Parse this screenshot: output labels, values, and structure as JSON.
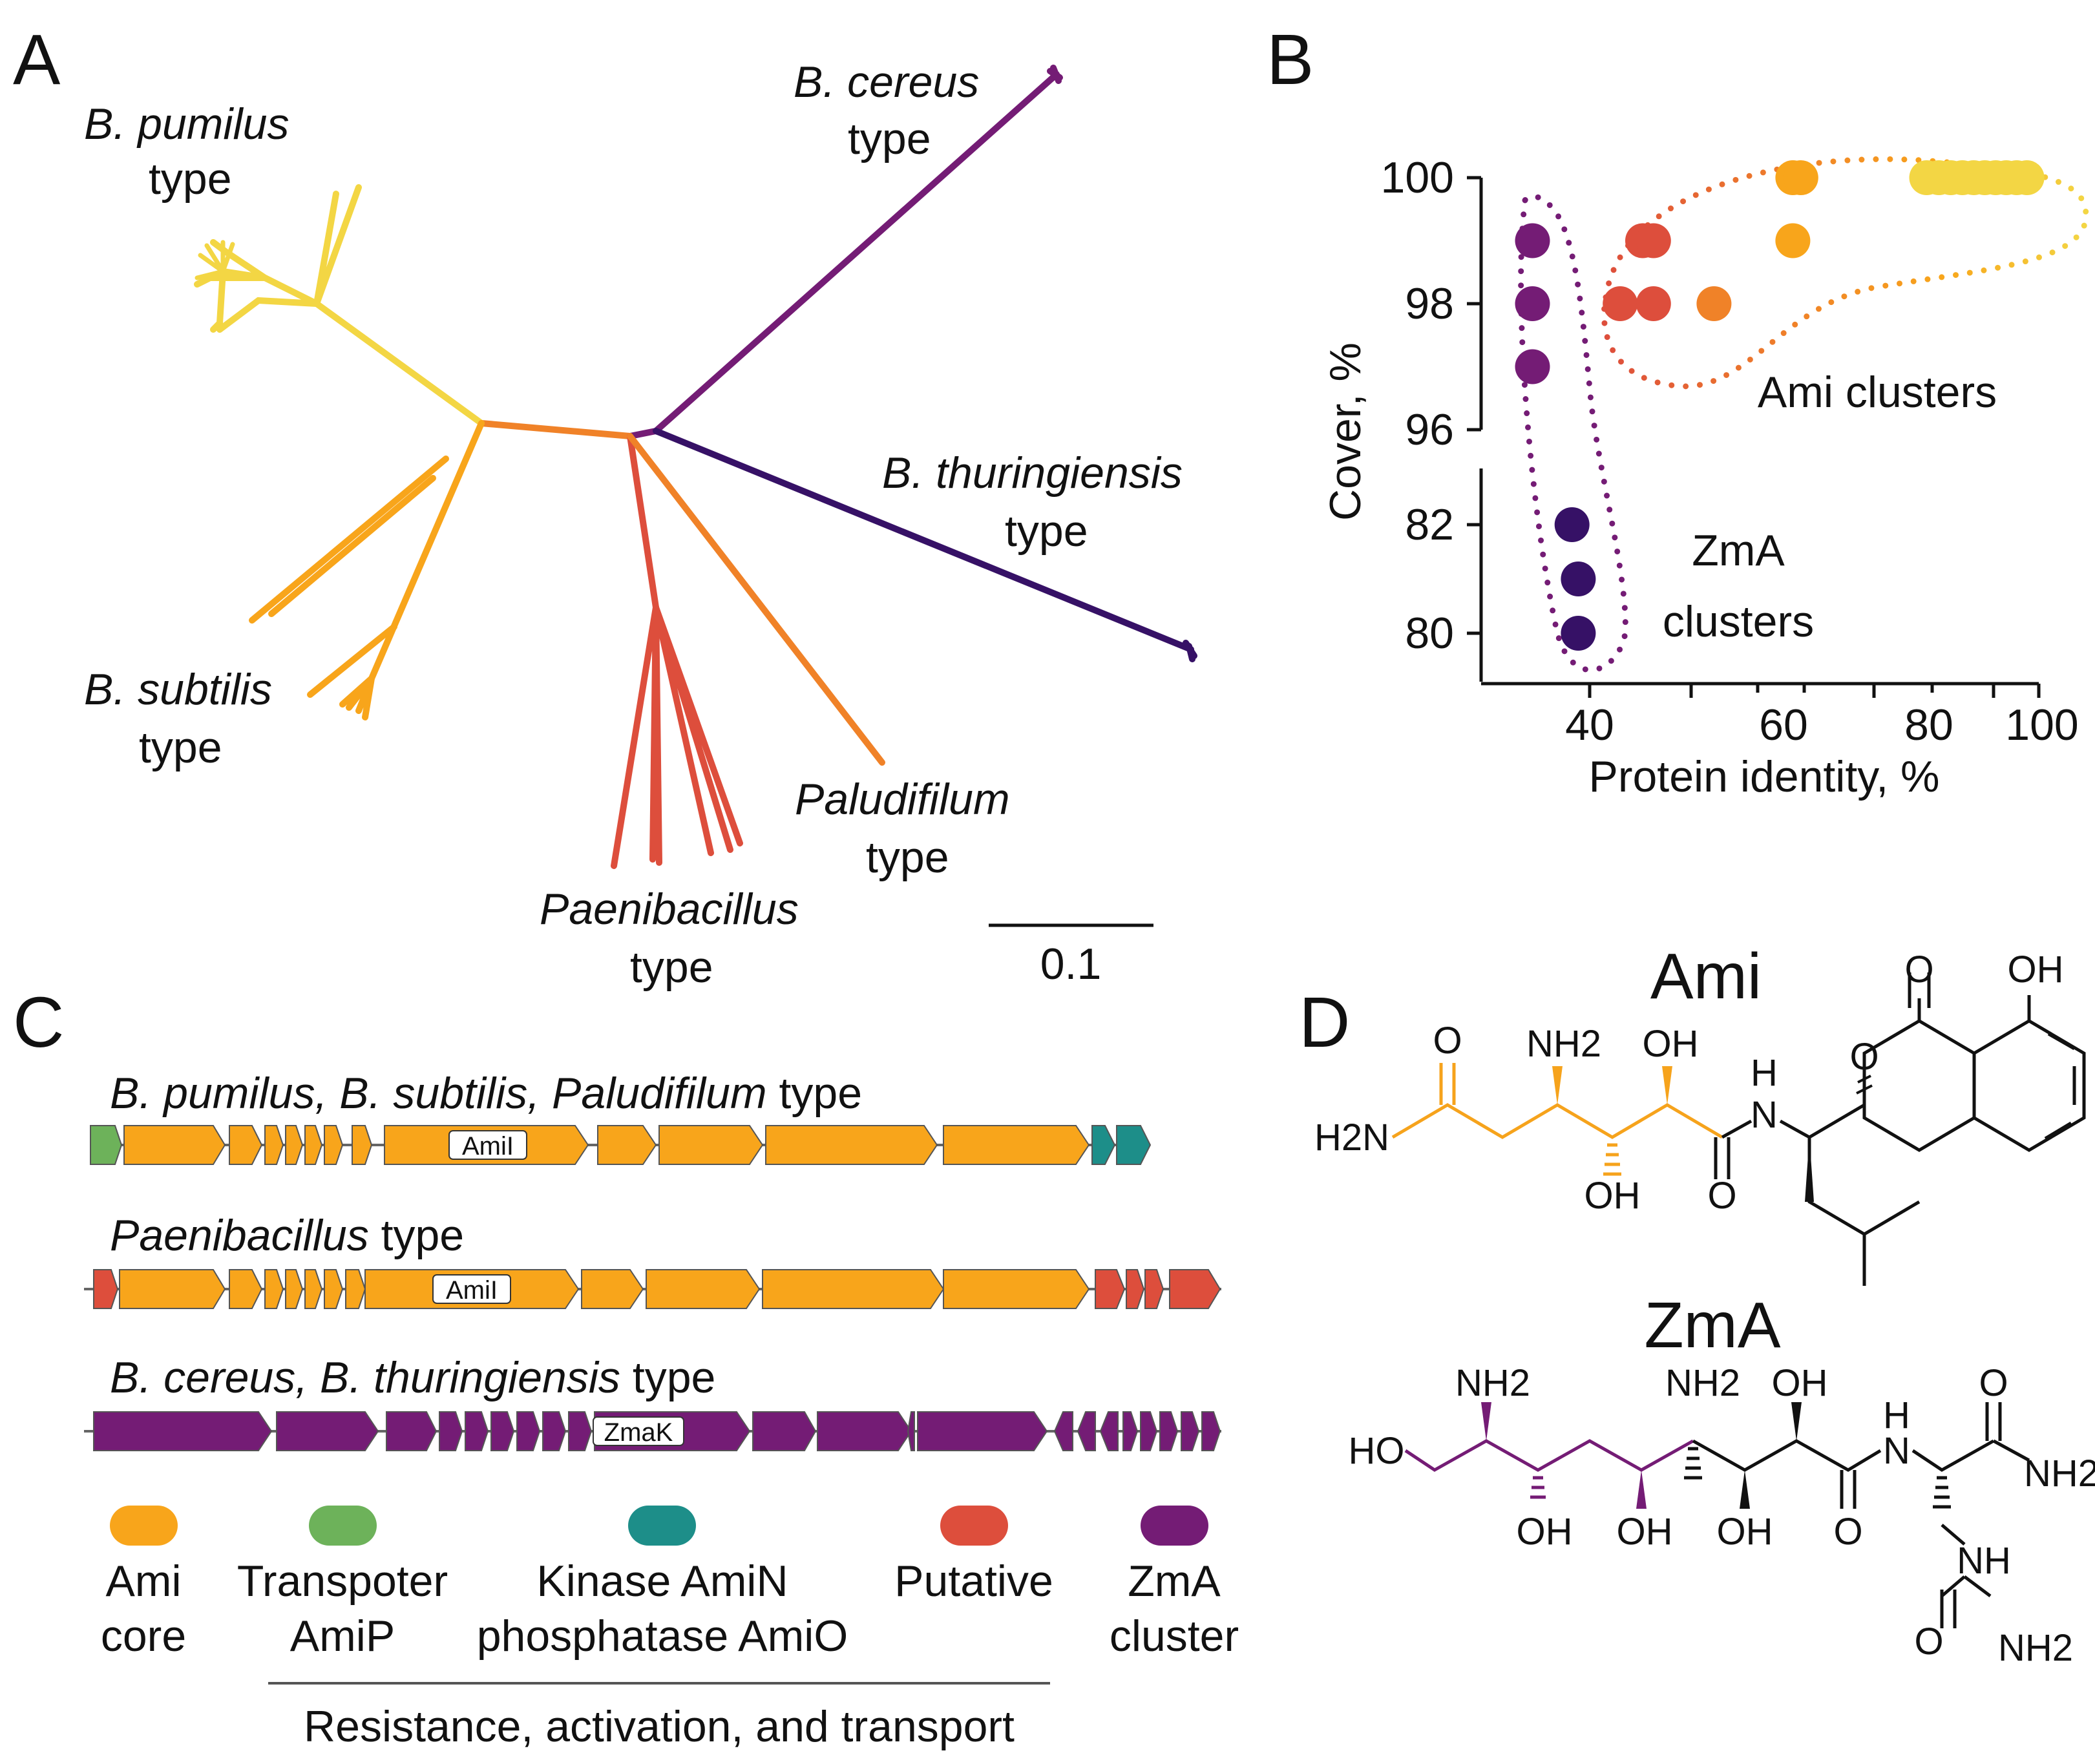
{
  "panel_letters": {
    "a": "A",
    "b": "B",
    "c": "C",
    "d": "D"
  },
  "colors": {
    "yellow": "#F3D644",
    "light_orange": "#F8A51B",
    "orange": "#F08228",
    "red_orange": "#DD4E3C",
    "purple": "#741C75",
    "dark_purple": "#361166",
    "green": "#6DB25A",
    "teal": "#1D8E89"
  },
  "tree": {
    "types": [
      {
        "species": "B. pumilus",
        "word": "type",
        "color": "yellow"
      },
      {
        "species": "B. subtilis",
        "word": "type",
        "color": "light_orange"
      },
      {
        "species": "Paenibacillus",
        "word": "type",
        "color": "red_orange"
      },
      {
        "species": "Paludifilum",
        "word": "type",
        "color": "orange"
      },
      {
        "species": "B. cereus",
        "word": "type",
        "color": "purple"
      },
      {
        "species": "B. thuringiensis",
        "word": "type",
        "color": "dark_purple"
      }
    ],
    "scale_bar": "0.1"
  },
  "chart_data": {
    "type": "scatter",
    "xlabel": "Protein identity, %",
    "ylabel": "Cover, %",
    "x_ticks": [
      "40",
      "60",
      "80",
      "100"
    ],
    "y_ticks_upper": [
      "96",
      "98",
      "100"
    ],
    "y_ticks_lower": [
      "80",
      "82"
    ],
    "x_scale": "log",
    "y_axis_broken": true,
    "annotations": [
      "Ami clusters",
      "ZmA",
      "clusters"
    ],
    "points": [
      {
        "x": 36,
        "y": 99,
        "group": "purple"
      },
      {
        "x": 36,
        "y": 98,
        "group": "purple"
      },
      {
        "x": 36,
        "y": 97,
        "group": "purple"
      },
      {
        "x": 39,
        "y": 82,
        "group": "dark_purple"
      },
      {
        "x": 39.5,
        "y": 81,
        "group": "dark_purple"
      },
      {
        "x": 39.5,
        "y": 80,
        "group": "dark_purple"
      },
      {
        "x": 43,
        "y": 98,
        "group": "red_orange"
      },
      {
        "x": 46,
        "y": 98,
        "group": "red_orange"
      },
      {
        "x": 45,
        "y": 99,
        "group": "red_orange"
      },
      {
        "x": 46,
        "y": 99,
        "group": "red_orange"
      },
      {
        "x": 52,
        "y": 98,
        "group": "orange"
      },
      {
        "x": 61,
        "y": 100,
        "group": "light_orange"
      },
      {
        "x": 62,
        "y": 100,
        "group": "light_orange"
      },
      {
        "x": 61,
        "y": 99,
        "group": "light_orange"
      },
      {
        "x": 80,
        "y": 100,
        "group": "yellow"
      },
      {
        "x": 82,
        "y": 100,
        "group": "yellow"
      },
      {
        "x": 84,
        "y": 100,
        "group": "yellow"
      },
      {
        "x": 86,
        "y": 100,
        "group": "yellow"
      },
      {
        "x": 88,
        "y": 100,
        "group": "yellow"
      },
      {
        "x": 90,
        "y": 100,
        "group": "yellow"
      },
      {
        "x": 92,
        "y": 100,
        "group": "yellow"
      },
      {
        "x": 94,
        "y": 100,
        "group": "yellow"
      },
      {
        "x": 96,
        "y": 100,
        "group": "yellow"
      },
      {
        "x": 98,
        "y": 100,
        "group": "yellow"
      }
    ]
  },
  "clusters": {
    "rows": [
      {
        "title_italic": "B. pumilus, B. subtilis, Paludifilum",
        "title_plain": " type",
        "gene_label": "AmiI"
      },
      {
        "title_italic": "Paenibacillus",
        "title_plain": " type",
        "gene_label": "AmiI"
      },
      {
        "title_italic": "B. cereus, B. thuringiensis",
        "title_plain": " type",
        "gene_label": "ZmaK"
      }
    ],
    "legend": [
      {
        "line1": "Ami",
        "line2": "core",
        "color": "light_orange"
      },
      {
        "line1": "Transpoter",
        "line2": "AmiP",
        "color": "green"
      },
      {
        "line1": "Kinase AmiN",
        "line2": "phosphatase AmiO",
        "color": "teal"
      },
      {
        "line1": "Putative",
        "line2": "",
        "color": "red_orange"
      },
      {
        "line1": "ZmA",
        "line2": "cluster",
        "color": "purple"
      }
    ],
    "bracket_label": "Resistance, activation, and transport"
  },
  "structures": {
    "ami": {
      "title": "Ami",
      "atoms": [
        "O",
        "H2N",
        "NH2",
        "OH",
        "OH",
        "O",
        "H",
        "N",
        "O",
        "O",
        "OH"
      ]
    },
    "zma": {
      "title": "ZmA",
      "atoms": [
        "HO",
        "NH2",
        "OH",
        "OH",
        "NH2",
        "OH",
        "OH",
        "O",
        "H",
        "N",
        "O",
        "NH2",
        "NH",
        "O",
        "NH2"
      ]
    }
  }
}
